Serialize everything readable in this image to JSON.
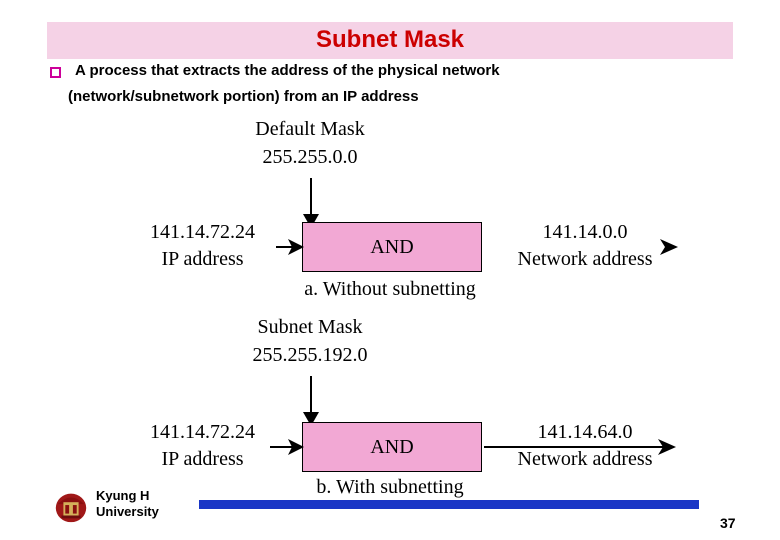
{
  "slide": {
    "title": "Subnet Mask",
    "title_band_color": "#f5d2e6",
    "title_color": "#cc0000",
    "bullet": {
      "marker": "square-outline-bullet",
      "line1": "A process that extracts the address of the physical network",
      "line2": "(network/subnetwork portion) from an IP address"
    },
    "figure": {
      "part_a": {
        "mask_label": "Default Mask",
        "mask_value": "255.255.0.0",
        "left_value": "141.14.72.24",
        "left_label": "IP address",
        "operation": "AND",
        "right_value": "141.14.0.0",
        "right_label": "Network address",
        "caption": "a. Without subnetting",
        "box_color": "#f2a8d4"
      },
      "part_b": {
        "mask_label": "Subnet Mask",
        "mask_value": "255.255.192.0",
        "left_value": "141.14.72.24",
        "left_label": "IP address",
        "operation": "AND",
        "right_value": "141.14.64.0",
        "right_label": "Network address",
        "caption": "b. With subnetting",
        "box_color": "#f2a8d4"
      }
    },
    "footer": {
      "institution_line1": "Kyung H",
      "institution_line2": "University",
      "bar_color": "#1a36c6",
      "page_number": "37",
      "logo": "university-crest-logo"
    }
  }
}
